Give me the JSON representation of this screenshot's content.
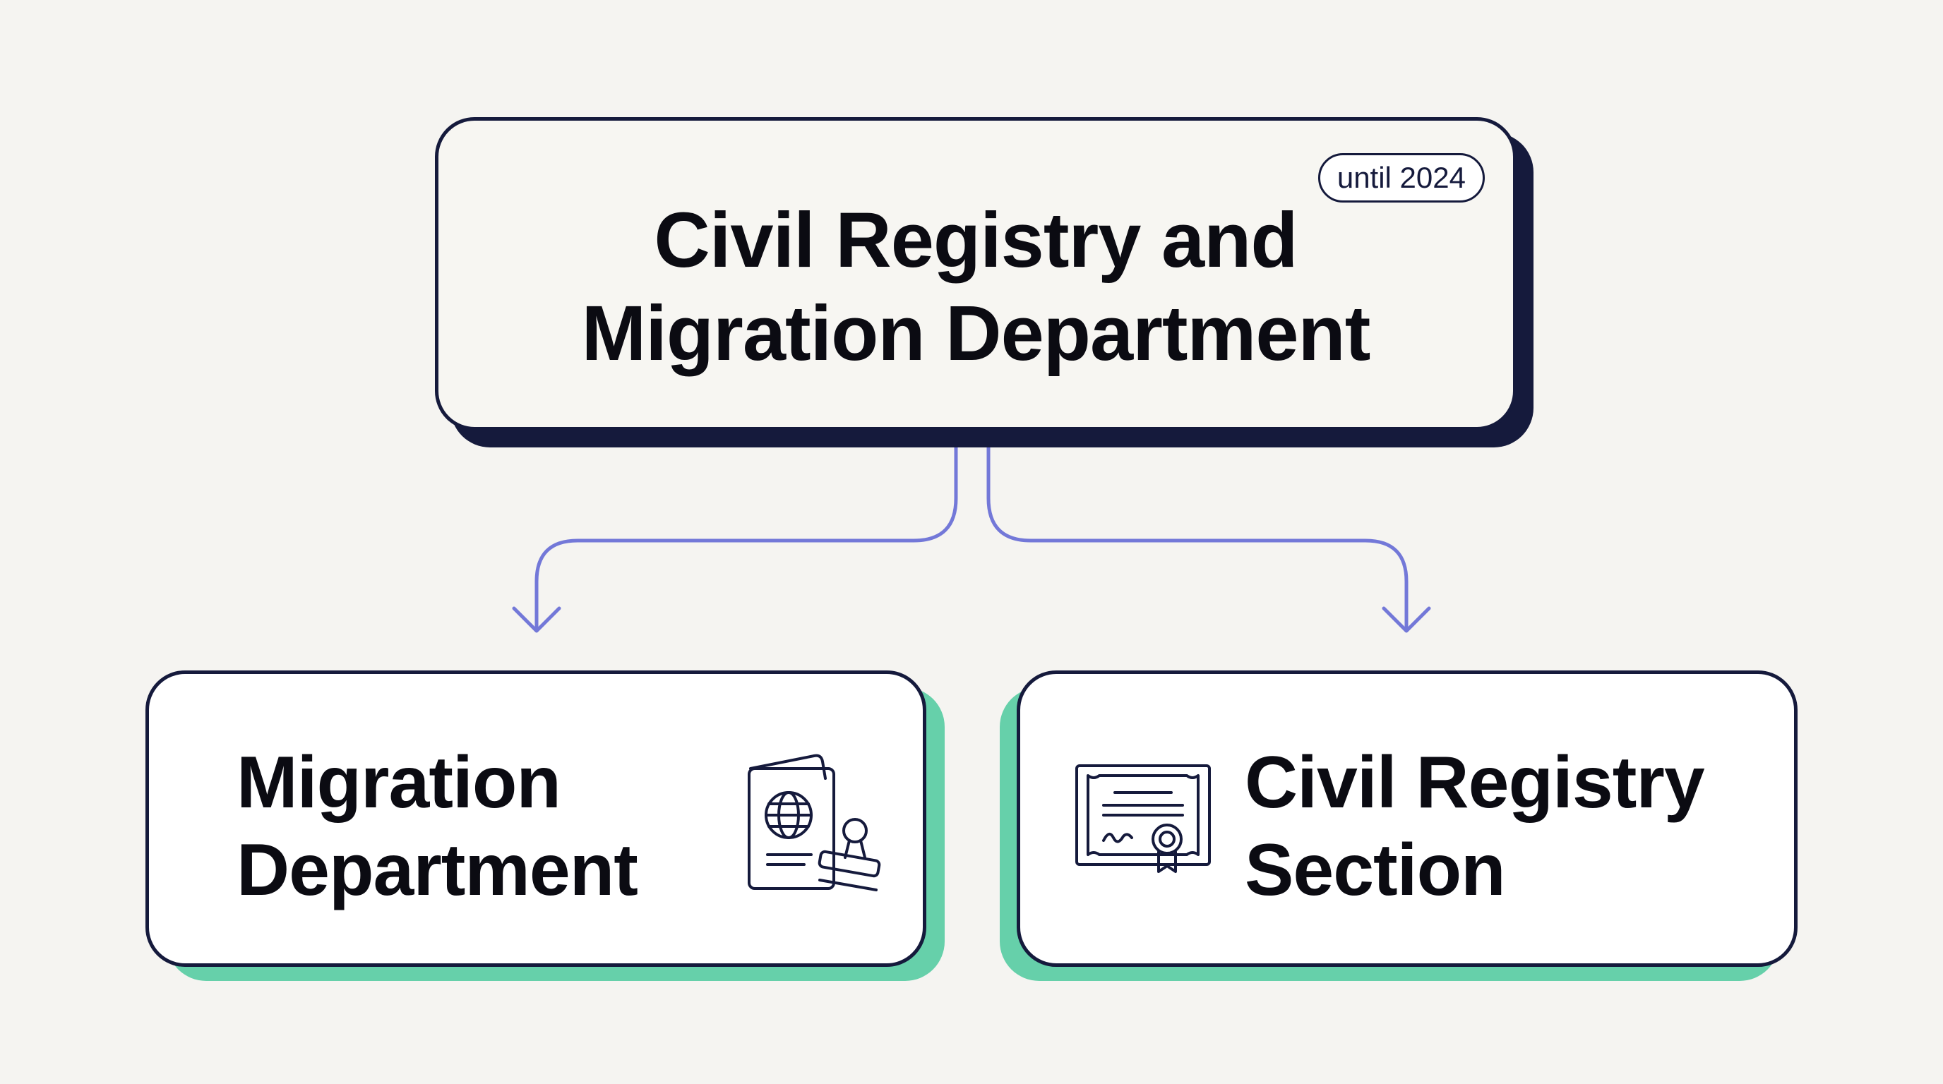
{
  "diagram": {
    "top_node": {
      "title_line1": "Civil Registry and",
      "title_line2": "Migration Department",
      "badge": "until 2024"
    },
    "left_node": {
      "title_line1": "Migration",
      "title_line2": "Department",
      "icon": "passport-stamp-icon"
    },
    "right_node": {
      "title_line1": "Civil Registry",
      "title_line2": "Section",
      "icon": "certificate-icon"
    }
  },
  "colors": {
    "background": "#f5f4f1",
    "border": "#151a3c",
    "top_shadow": "#151a3c",
    "bottom_shadow": "#66d0aa",
    "connector": "#7378d8"
  }
}
